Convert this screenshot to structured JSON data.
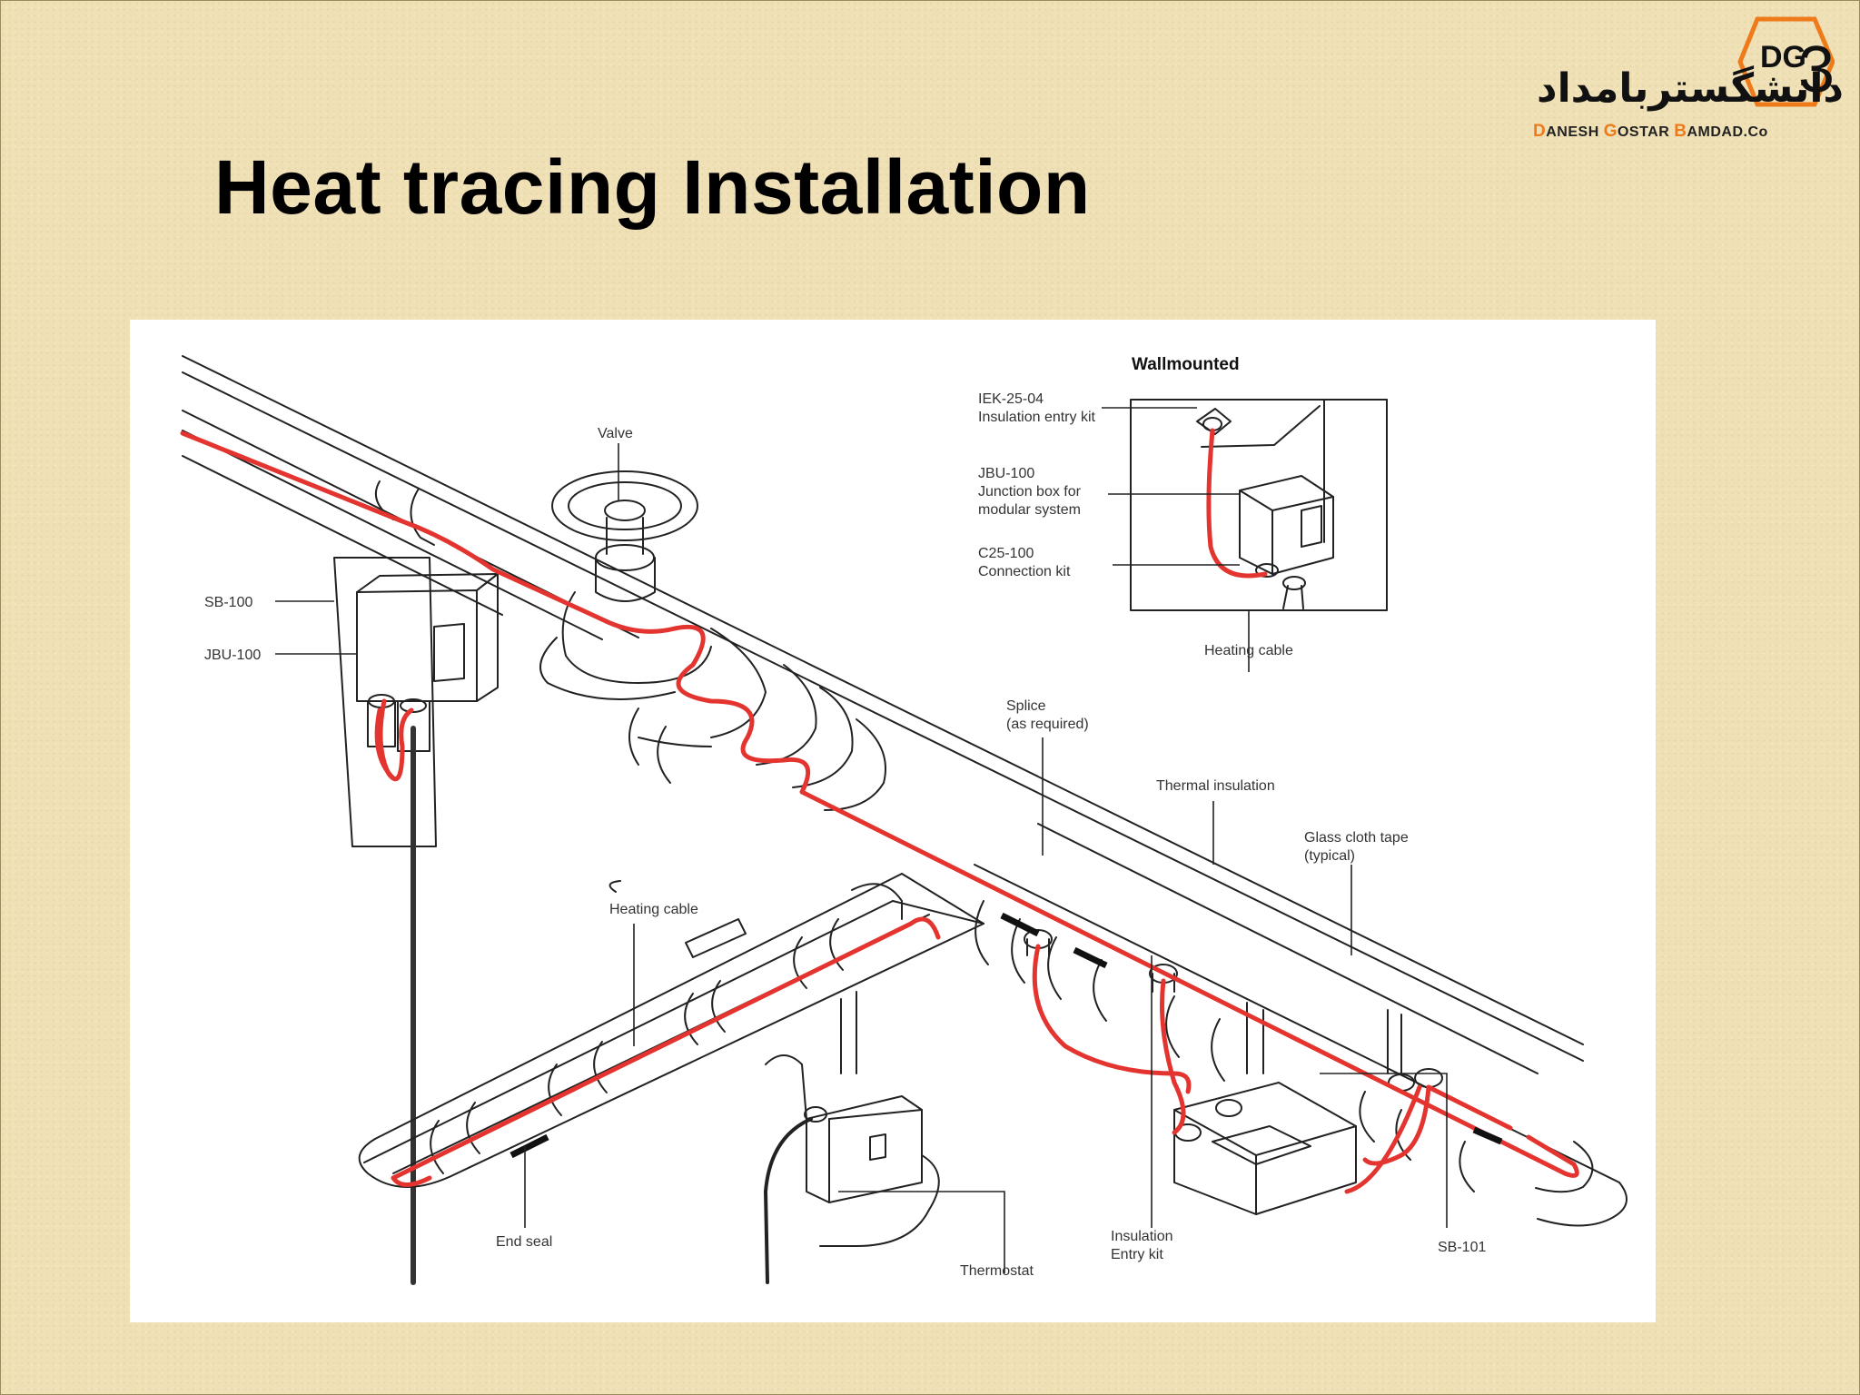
{
  "slide": {
    "title": "Heat tracing Installation"
  },
  "logo": {
    "mark": "DG3",
    "name_fa": "دانشگستربامداد",
    "name_en_parts": [
      "D",
      "ANESH ",
      "G",
      "OSTAR ",
      "B",
      "AMDAD.Co"
    ],
    "accent_color": "#ee7a1a"
  },
  "colors": {
    "background": "#efe0b6",
    "heating_cable": "#e3342f",
    "line_art": "#222222"
  },
  "diagram": {
    "inset_title": "Wallmounted",
    "labels": {
      "iek_code": "IEK-25-04",
      "iek_desc": "Insulation entry kit",
      "jbu_code": "JBU-100",
      "jbu_desc1": "Junction box for",
      "jbu_desc2": "modular system",
      "c25_code": "C25-100",
      "c25_desc": "Connection kit",
      "inset_heating_cable": "Heating cable",
      "valve": "Valve",
      "sb100": "SB-100",
      "jbu100": "JBU-100",
      "splice1": "Splice",
      "splice2": "(as required)",
      "thermal_insulation": "Thermal insulation",
      "glass_tape1": "Glass cloth tape",
      "glass_tape2": "(typical)",
      "heating_cable": "Heating cable",
      "end_seal": "End seal",
      "thermostat": "Thermostat",
      "insulation_entry1": "Insulation",
      "insulation_entry2": "Entry kit",
      "sb101": "SB-101"
    }
  }
}
